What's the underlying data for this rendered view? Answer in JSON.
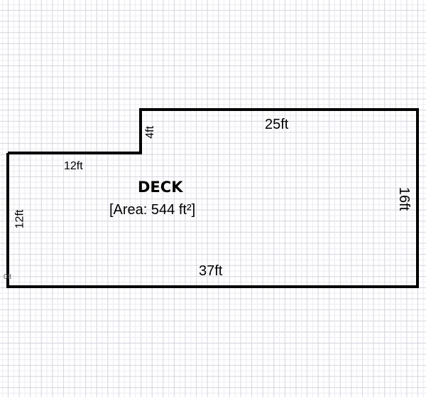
{
  "deck": {
    "name": "DECK",
    "area_label": "[Area: 544 ft²]",
    "origin_label": "0ft",
    "dimensions": {
      "top_right": "25ft",
      "step": "4ft",
      "top_left": "12ft",
      "left": "12ft",
      "right": "16ft",
      "bottom": "37ft"
    }
  }
}
